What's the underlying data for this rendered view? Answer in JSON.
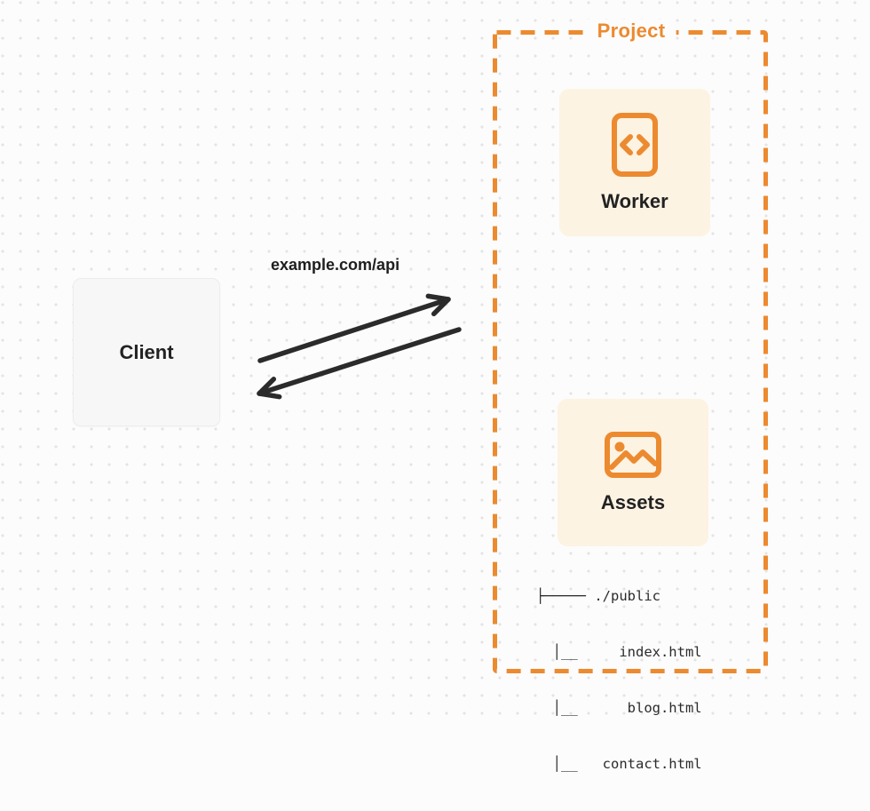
{
  "colors": {
    "accent": "#EC8A30",
    "card_bg": "#FDF3E3",
    "client_bg": "#F7F7F8",
    "ink": "#222222",
    "arrow": "#2B2B2B",
    "page_bg": "#FCFCFC",
    "dot": "#E4E4E4"
  },
  "client": {
    "label": "Client"
  },
  "request": {
    "label": "example.com/api"
  },
  "project": {
    "label": "Project",
    "worker": {
      "label": "Worker",
      "icon": "code-document-icon"
    },
    "assets": {
      "label": "Assets",
      "icon": "image-icon"
    },
    "file_tree": {
      "lines": [
        "├───── ./public",
        "  │__     index.html",
        "  │__      blog.html",
        "  │__   contact.html"
      ]
    }
  }
}
